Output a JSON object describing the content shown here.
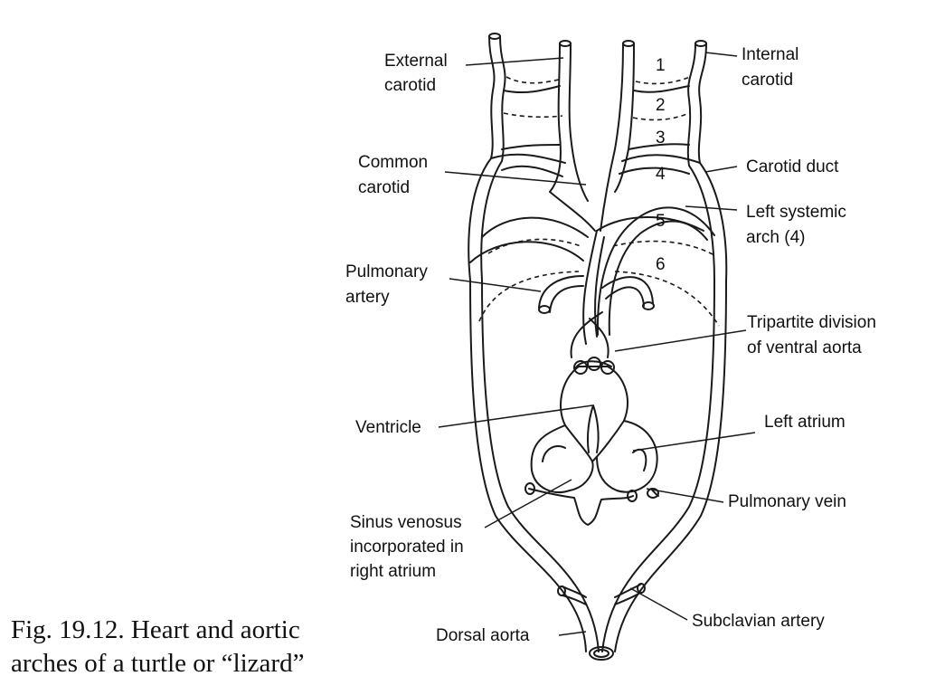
{
  "labels": {
    "external_carotid": [
      "External",
      "carotid"
    ],
    "internal_carotid": [
      "Internal",
      "carotid"
    ],
    "common_carotid": [
      "Common",
      "carotid"
    ],
    "carotid_duct": [
      "Carotid duct"
    ],
    "left_systemic_arch": [
      "Left systemic",
      "arch (4)"
    ],
    "pulmonary_artery": [
      "Pulmonary",
      "artery"
    ],
    "tripartite_division": [
      "Tripartite division",
      "of ventral aorta"
    ],
    "ventricle": [
      "Ventricle"
    ],
    "left_atrium": [
      "Left atrium"
    ],
    "pulmonary_vein": [
      "Pulmonary vein"
    ],
    "sinus_venosus": [
      "Sinus venosus",
      "incorporated in",
      "right atrium"
    ],
    "dorsal_aorta": [
      "Dorsal aorta"
    ],
    "subclavian_artery": [
      "Subclavian artery"
    ]
  },
  "arch_numbers": [
    "1",
    "2",
    "3",
    "4",
    "5",
    "6"
  ],
  "caption": {
    "line1": "Fig. 19.12. Heart and aortic",
    "line2": "arches of a turtle or “lizard”"
  }
}
